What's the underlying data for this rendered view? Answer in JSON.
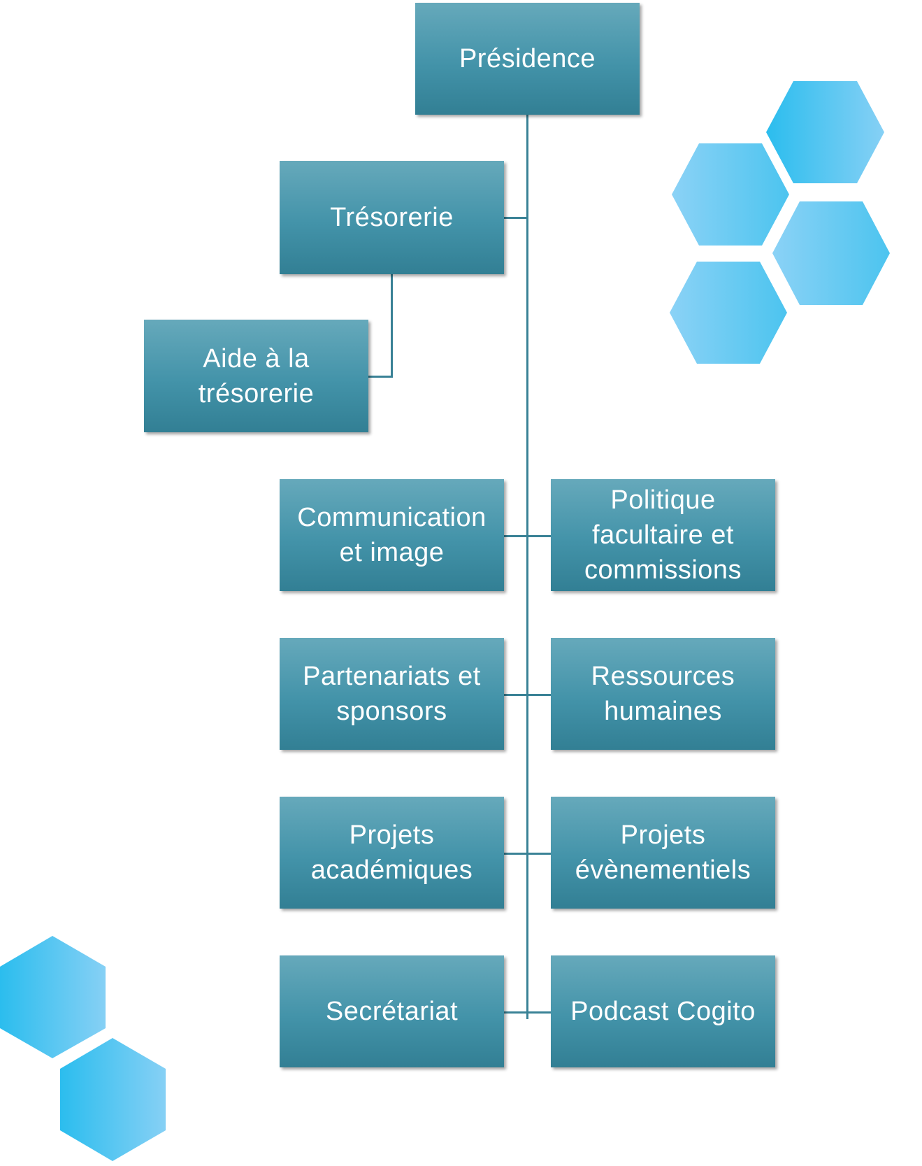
{
  "org_chart": {
    "root": "Présidence",
    "nodes": {
      "tresorerie": "Trésorerie",
      "aide_tresorerie": "Aide à la\ntrésorerie",
      "communication": "Communication\net image",
      "politique": "Politique\nfacultaire et\ncommissions",
      "partenariats": "Partenariats et\nsponsors",
      "ressources": "Ressources\nhumaines",
      "projets_academiques": "Projets\nacadémiques",
      "projets_evenementiels": "Projets\névènementiels",
      "secretariat": "Secrétariat",
      "podcast": "Podcast Cogito"
    }
  },
  "colors": {
    "box": "#4393a9",
    "connector": "#3a8296",
    "hexagon_light": "#86d0f5",
    "hexagon_dark": "#2bbdee"
  }
}
